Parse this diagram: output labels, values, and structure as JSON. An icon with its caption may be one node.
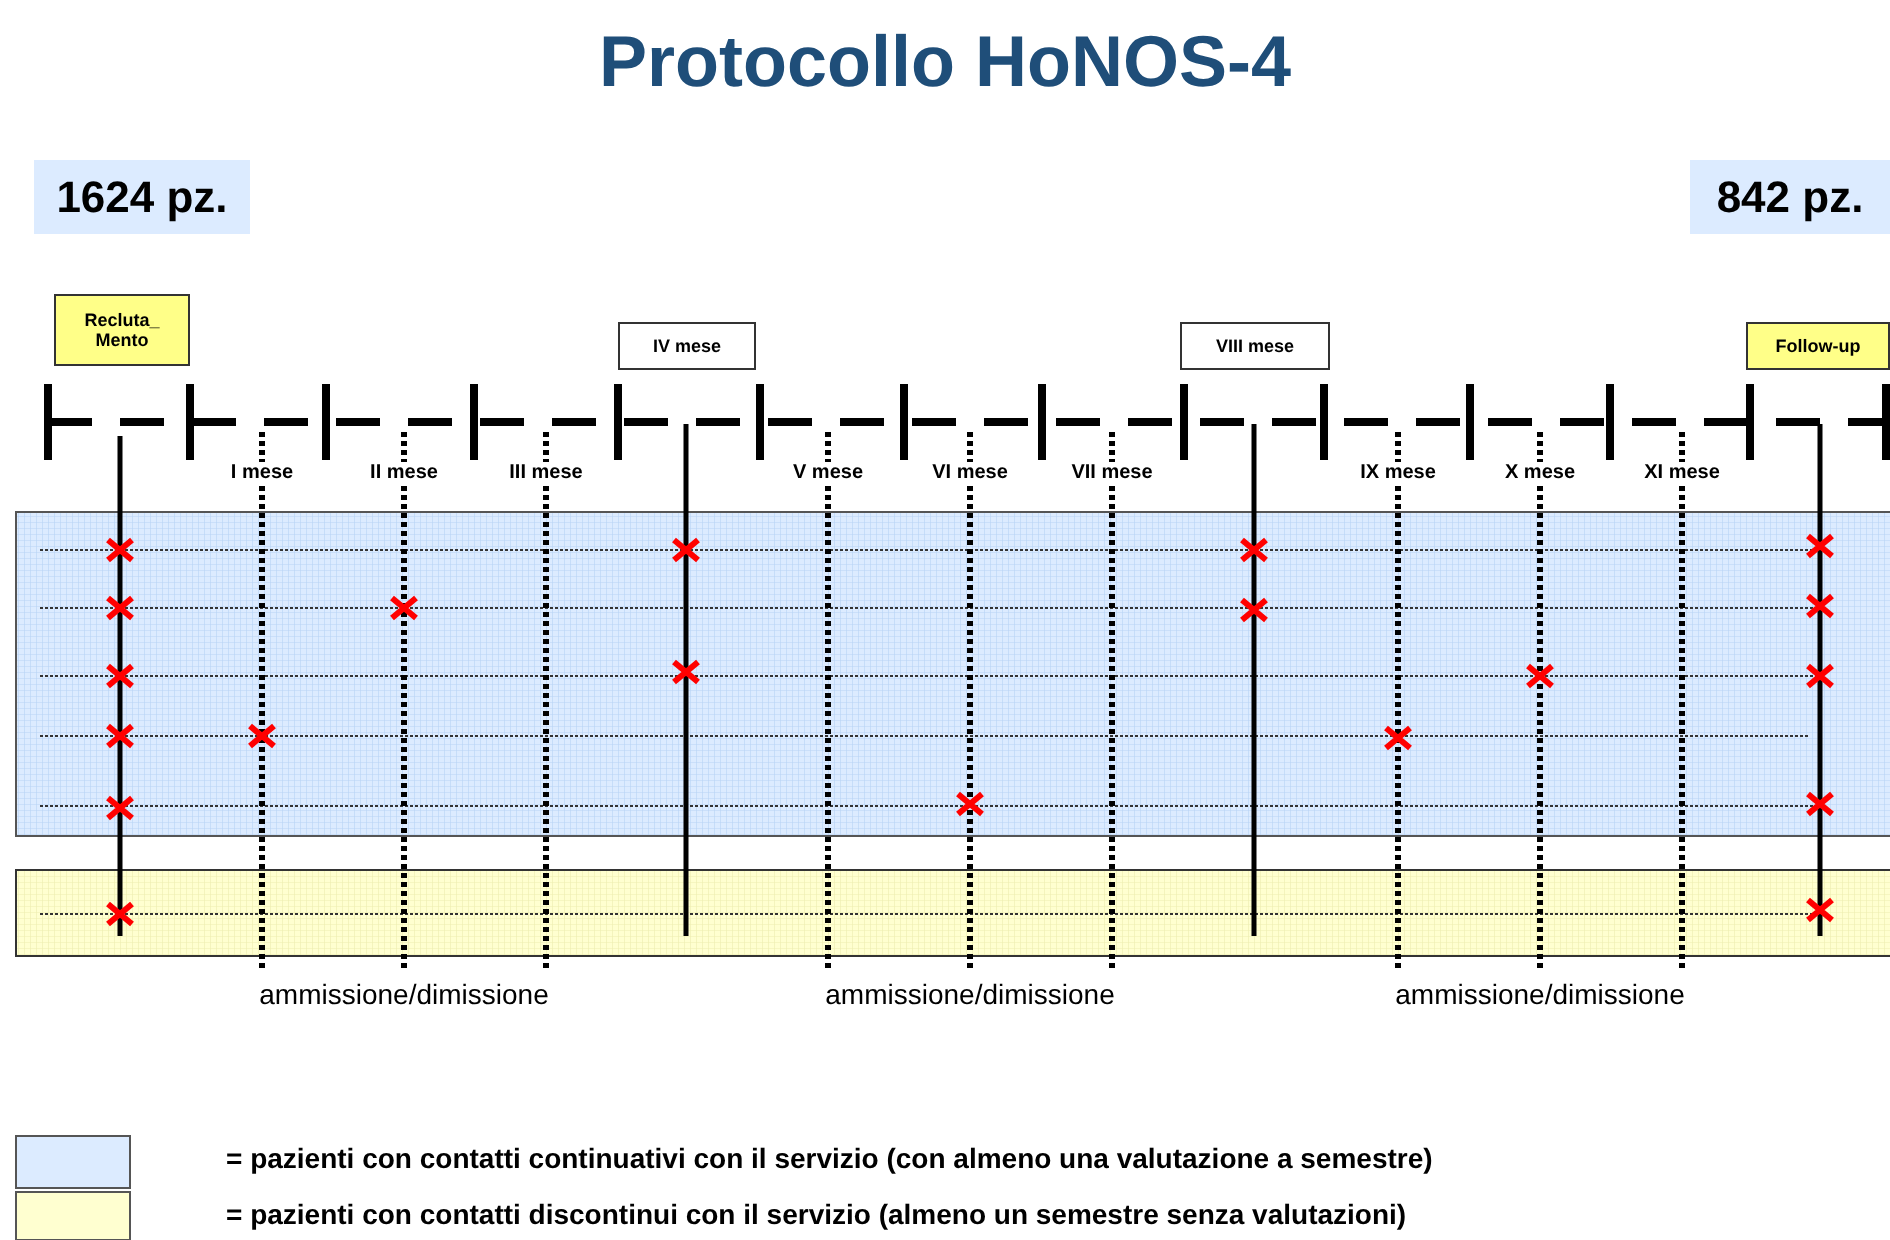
{
  "diagram": {
    "title": "Protocollo HoNOS-4",
    "nodes": [
      {
        "text": [
          "1624 pz."
        ]
      },
      {
        "text": [
          "842 pz."
        ]
      },
      {
        "text": [
          "Recluta_ Mento"
        ]
      },
      {
        "text": [
          "IV mese"
        ]
      },
      {
        "text": [
          "VIII mese"
        ]
      },
      {
        "text": [
          "Follow-up"
        ]
      }
    ],
    "labels": [
      "I mese",
      "II mese",
      "III mese",
      "V mese",
      "VI mese",
      "VII mese",
      "IX mese",
      "X mese",
      "XI mese",
      "ammissione/dimissione",
      "ammissione/dimissione",
      "ammissione/dimissione"
    ],
    "legend": [
      {
        "text": "= pazienti con contatti continuativi con il servizio (con almeno una valutazione a semestre)",
        "color": "#dcebff"
      },
      {
        "text": "= pazienti con contatti discontinui con il servizio (almeno un semestre senza valutazioni)",
        "color": "#ffffd0"
      }
    ]
  }
}
